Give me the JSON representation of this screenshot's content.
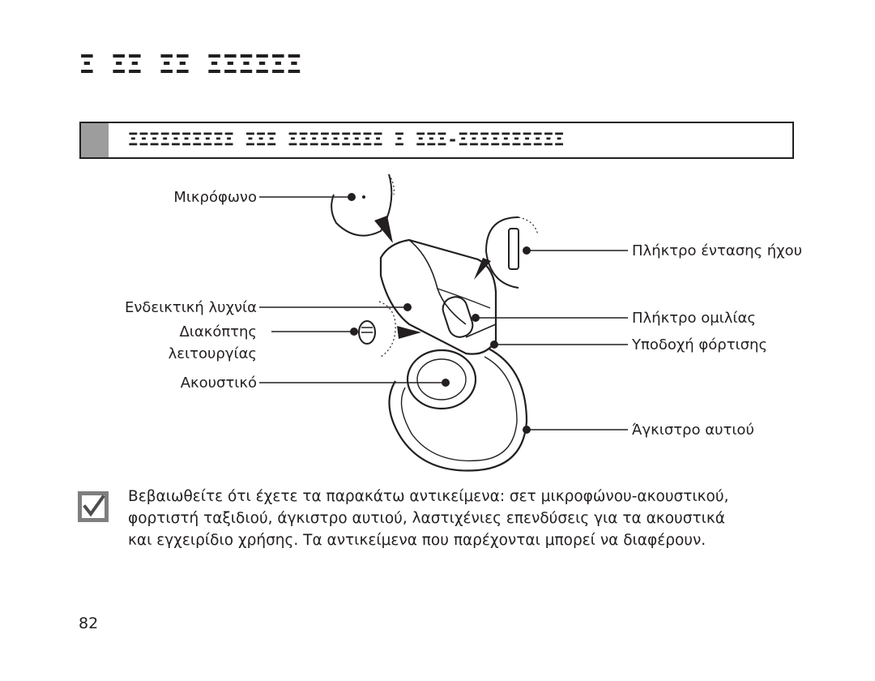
{
  "page": {
    "section_title": "Ξ ΞΞ ΞΞ ΞΞΞΞΞΞ",
    "subheading": "ΞΞΞΞΞΞΞΞΞΞ ΞΞΞ ΞΞΞΞΞΞΞΞΞ Ξ ΞΞΞ-ΞΞΞΞΞΞΞΞΞΞ",
    "page_number": "82"
  },
  "diagram": {
    "labels": {
      "microphone": "Μικρόφωνο",
      "indicator_light": "Ενδεικτική λυχνία",
      "power_switch_line1": "Διακόπτης",
      "power_switch_line2": "λειτουργίας",
      "speaker": "Ακουστικό",
      "volume_key": "Πλήκτρο έντασης ήχου",
      "talk_key": "Πλήκτρο ομιλίας",
      "charger_jack": "Υποδοχή φόρτισης",
      "ear_hook": "Άγκιστρο αυτιού"
    }
  },
  "note": {
    "icon": "checkbox-check-icon",
    "lines": [
      "Βεβαιωθείτε ότι έχετε τα παρακάτω αντικείμενα: σετ μικροφώνου-ακουστικού,",
      "φορτιστή ταξιδιού, άγκιστρο αυτιού, λαστιχένιες επενδύσεις για τα ακουστικά",
      "και εγχειρίδιο χρήσης. Τα αντικείμενα που παρέχονται μπορεί να διαφέρουν."
    ]
  }
}
